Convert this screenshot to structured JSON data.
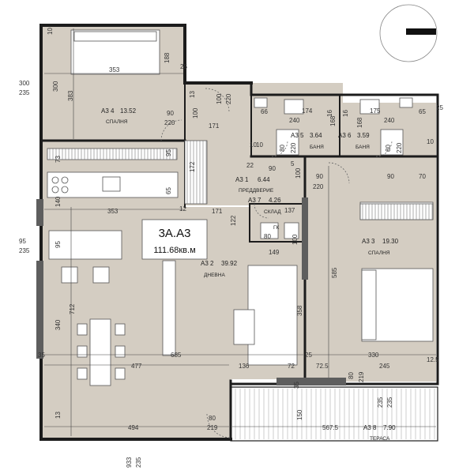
{
  "colors": {
    "floor": "#d4cdc2",
    "wall": "#1c1c1c",
    "column": "#5e5e5e",
    "terrace": "#ffffff",
    "furniture": "#ffffff",
    "dim_line": "#444444"
  },
  "icons": {
    "compass": "north-arrow-icon"
  },
  "unit": {
    "code": "3A.A3",
    "area": "111.68кв.м"
  },
  "rooms": {
    "bedroom_4": {
      "id": "A3 4",
      "area": "13.52",
      "name": "СПАЛНЯ"
    },
    "bath_5": {
      "id": "A3 5",
      "area": "3.64",
      "name": "БАНЯ"
    },
    "bath_6": {
      "id": "A3 6",
      "area": "3.59",
      "name": "БАНЯ"
    },
    "hall_1": {
      "id": "A3 1",
      "area": "6.44",
      "name": "ПРЕДДВЕРИЕ"
    },
    "storage_7": {
      "id": "A3 7",
      "area": "4.26",
      "name": "СКЛАД"
    },
    "living_2": {
      "id": "A3 2",
      "area": "39.92",
      "name": "ДНЕВНА"
    },
    "bedroom_3": {
      "id": "A3 3",
      "area": "19.30",
      "name": "СПАЛНЯ"
    },
    "terrace_8": {
      "id": "A3 8",
      "area": "7.90",
      "name": "ТЕРАСА"
    }
  },
  "fixtures": {
    "gk_label": "ГК"
  },
  "dimensions": {
    "d353_top": "353",
    "d188": "188",
    "d25_top": "25",
    "d300": "300",
    "d235_left": "235",
    "d383": "383",
    "d300_v": "300",
    "d90a": "90",
    "d220a": "220",
    "d13": "13",
    "d100a": "100",
    "d220b": "220",
    "d100b": "100",
    "d171a": "171",
    "d66": "66",
    "d174": "174",
    "d240a": "240",
    "d168a": "168",
    "d16a": "16",
    "d175": "175",
    "d240b": "240",
    "d65a": "65",
    "d25b": "25",
    "d168b": "168",
    "d10a": "10",
    "d80a": "80",
    "d220c": "220",
    "d10b": "10",
    "d16b": "16",
    "d80b": "80",
    "d220d": "220",
    "d10c": "10",
    "d95a": "95",
    "d73": "73",
    "d172": "172",
    "d65b": "65",
    "d22": "22",
    "d90b": "90",
    "d5": "5",
    "d100c": "100",
    "d90c": "90",
    "d220e": "220",
    "d90d": "90",
    "d70": "70",
    "d140": "140",
    "d353_mid": "353",
    "d12": "12",
    "d171b": "171",
    "d122": "122",
    "d137": "137",
    "d80c": "80",
    "d100d": "100",
    "d95b": "95",
    "d235b": "235",
    "d95c": "95",
    "d149": "149",
    "d585": "585",
    "d712": "712",
    "d340": "340",
    "d358": "358",
    "d35a": "35",
    "d685": "685",
    "d25c": "25",
    "d330": "330",
    "d477": "477",
    "d136": "136",
    "d72": "72",
    "d72_5": "72.5",
    "d80d": "80",
    "d219a": "219",
    "d245": "245",
    "d12_5": "12.5",
    "d35b": "35",
    "d235c": "235",
    "d235d": "235",
    "d13b": "13",
    "d80e": "80",
    "d494": "494",
    "d219b": "219",
    "d150": "150",
    "d567_5": "567.5",
    "d933": "933",
    "d235e": "235",
    "d10d": "10"
  }
}
